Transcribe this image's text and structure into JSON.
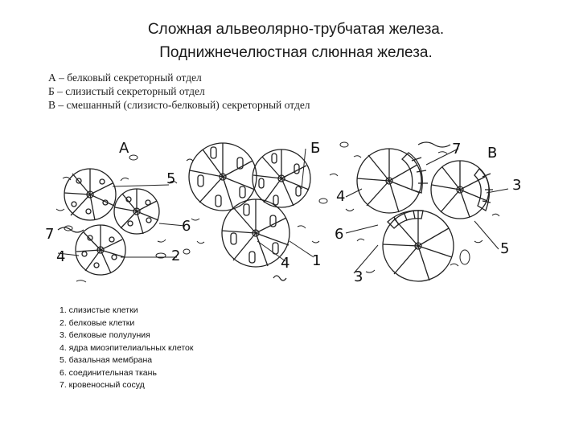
{
  "title": {
    "line1": "Сложная альвеолярно-трубчатая железа.",
    "line2": "Поднижнечелюстная слюнная железа."
  },
  "section_legend": [
    "А – белковый секреторный отдел",
    "Б – слизистый секреторный отдел",
    "В – смешанный (слизисто-белковый) секреторный отдел"
  ],
  "figure_labels": {
    "A": "А",
    "B": "Б",
    "V": "В",
    "n1": "1",
    "n2": "2",
    "n3": "3",
    "n4": "4",
    "n5": "5",
    "n6": "6",
    "n7": "7"
  },
  "key_legend": [
    "1. слизистые клетки",
    "2. белковые клетки",
    "3. белковые полулуния",
    "4. ядра миоэпителиальных клеток",
    "5. базальная мембрана",
    "6. соединительная ткань",
    "7. кровеносный сосуд"
  ]
}
